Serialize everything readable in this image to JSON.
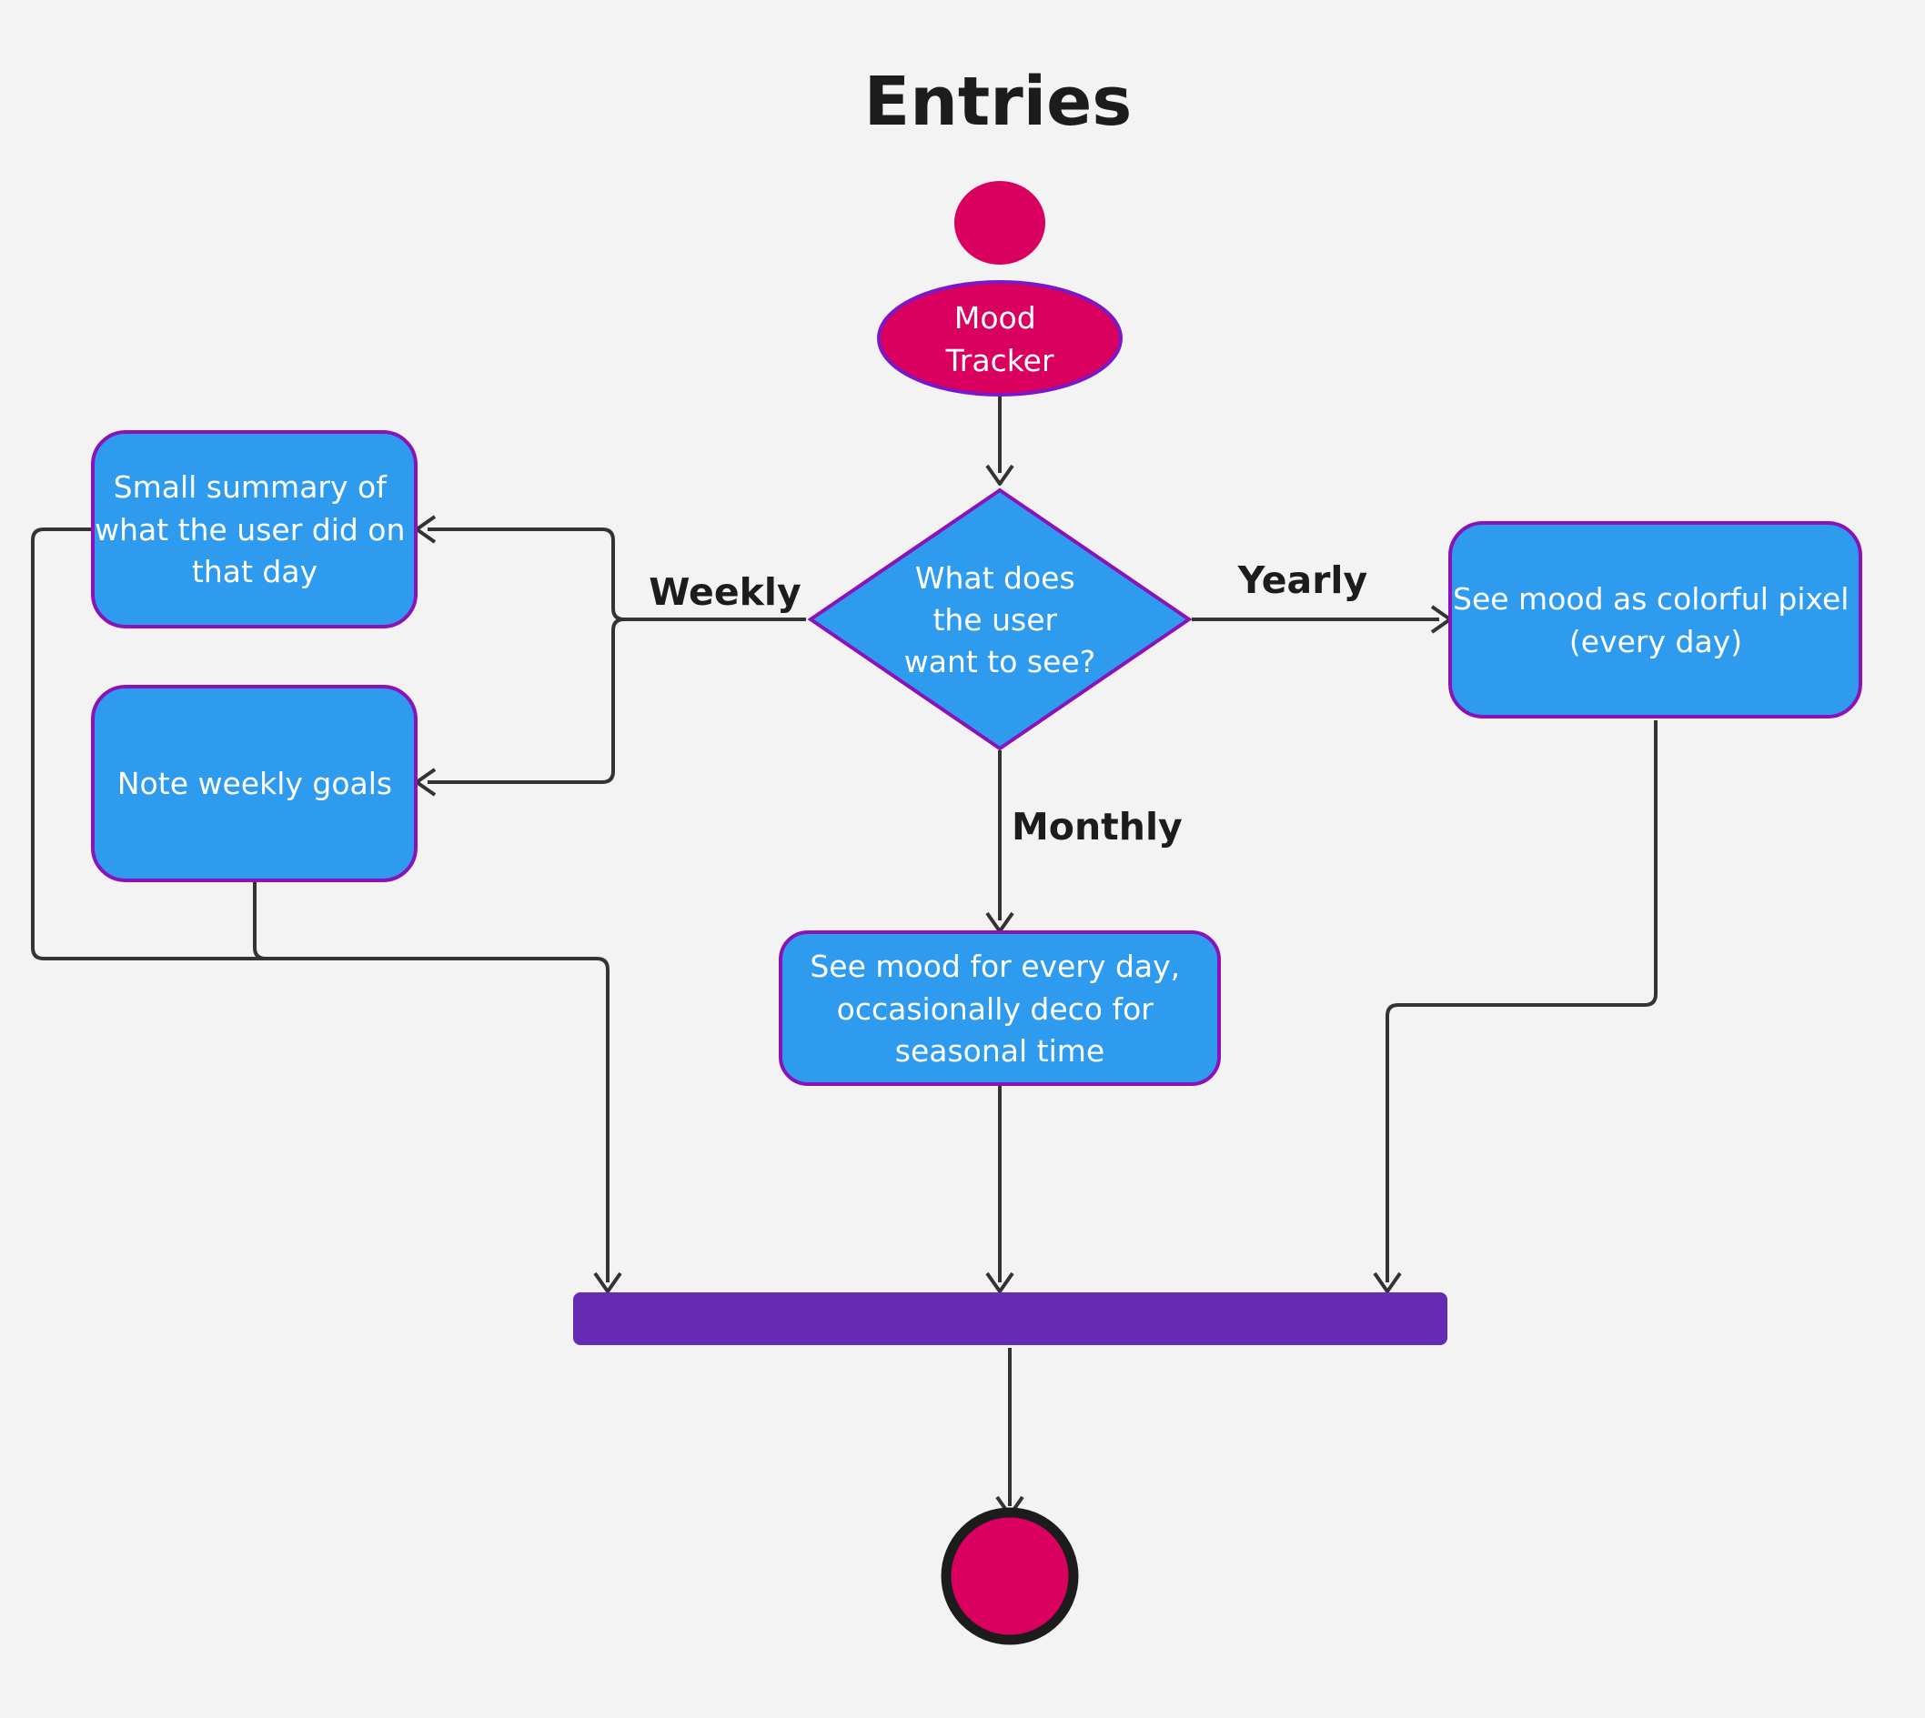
{
  "title": "Entries",
  "colors": {
    "background": "#f3f3f3",
    "node_fill": "#2f9bee",
    "node_border": "#8a12b8",
    "terminal_fill": "#d9005f",
    "sync_bar": "#662bb4",
    "connector": "#333333",
    "text": "#1c1c1c"
  },
  "nodes": {
    "start_tracker": {
      "lines": [
        "Mood",
        "Tracker"
      ]
    },
    "decision": {
      "lines": [
        "What does",
        "the user",
        "want to see?"
      ]
    },
    "daily_summary": {
      "lines": [
        "Small summary of",
        "what the user did on",
        "that day"
      ]
    },
    "weekly_goals": {
      "lines": [
        "Note weekly goals"
      ]
    },
    "monthly_view": {
      "lines": [
        "See mood for every day,",
        "occasionally deco for",
        "seasonal time"
      ]
    },
    "yearly_view": {
      "lines": [
        "See mood as colorful pixel",
        "(every day)"
      ]
    }
  },
  "edge_labels": {
    "weekly": "Weekly",
    "yearly": "Yearly",
    "monthly": "Monthly"
  }
}
